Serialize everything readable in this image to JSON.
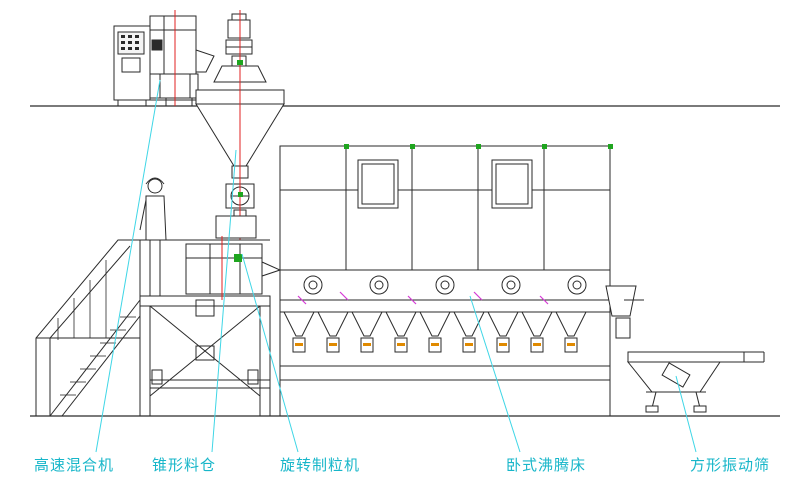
{
  "colors": {
    "line": "#2a2a2a",
    "label": "#17b6c9",
    "leader": "#3fd6e6",
    "accent_red": "#e02020",
    "accent_green": "#1fa51f",
    "accent_magenta": "#d63ad6",
    "accent_orange": "#e08a00"
  },
  "labels": [
    "高速混合机",
    "锥形料仓",
    "旋转制粒机",
    "卧式沸腾床",
    "方形振动筛"
  ],
  "icons": [
    "mixer",
    "cone-hopper",
    "rotary-granulator",
    "fluid-bed-dryer",
    "square-vibrating-screen",
    "operator-figure",
    "staircase"
  ]
}
